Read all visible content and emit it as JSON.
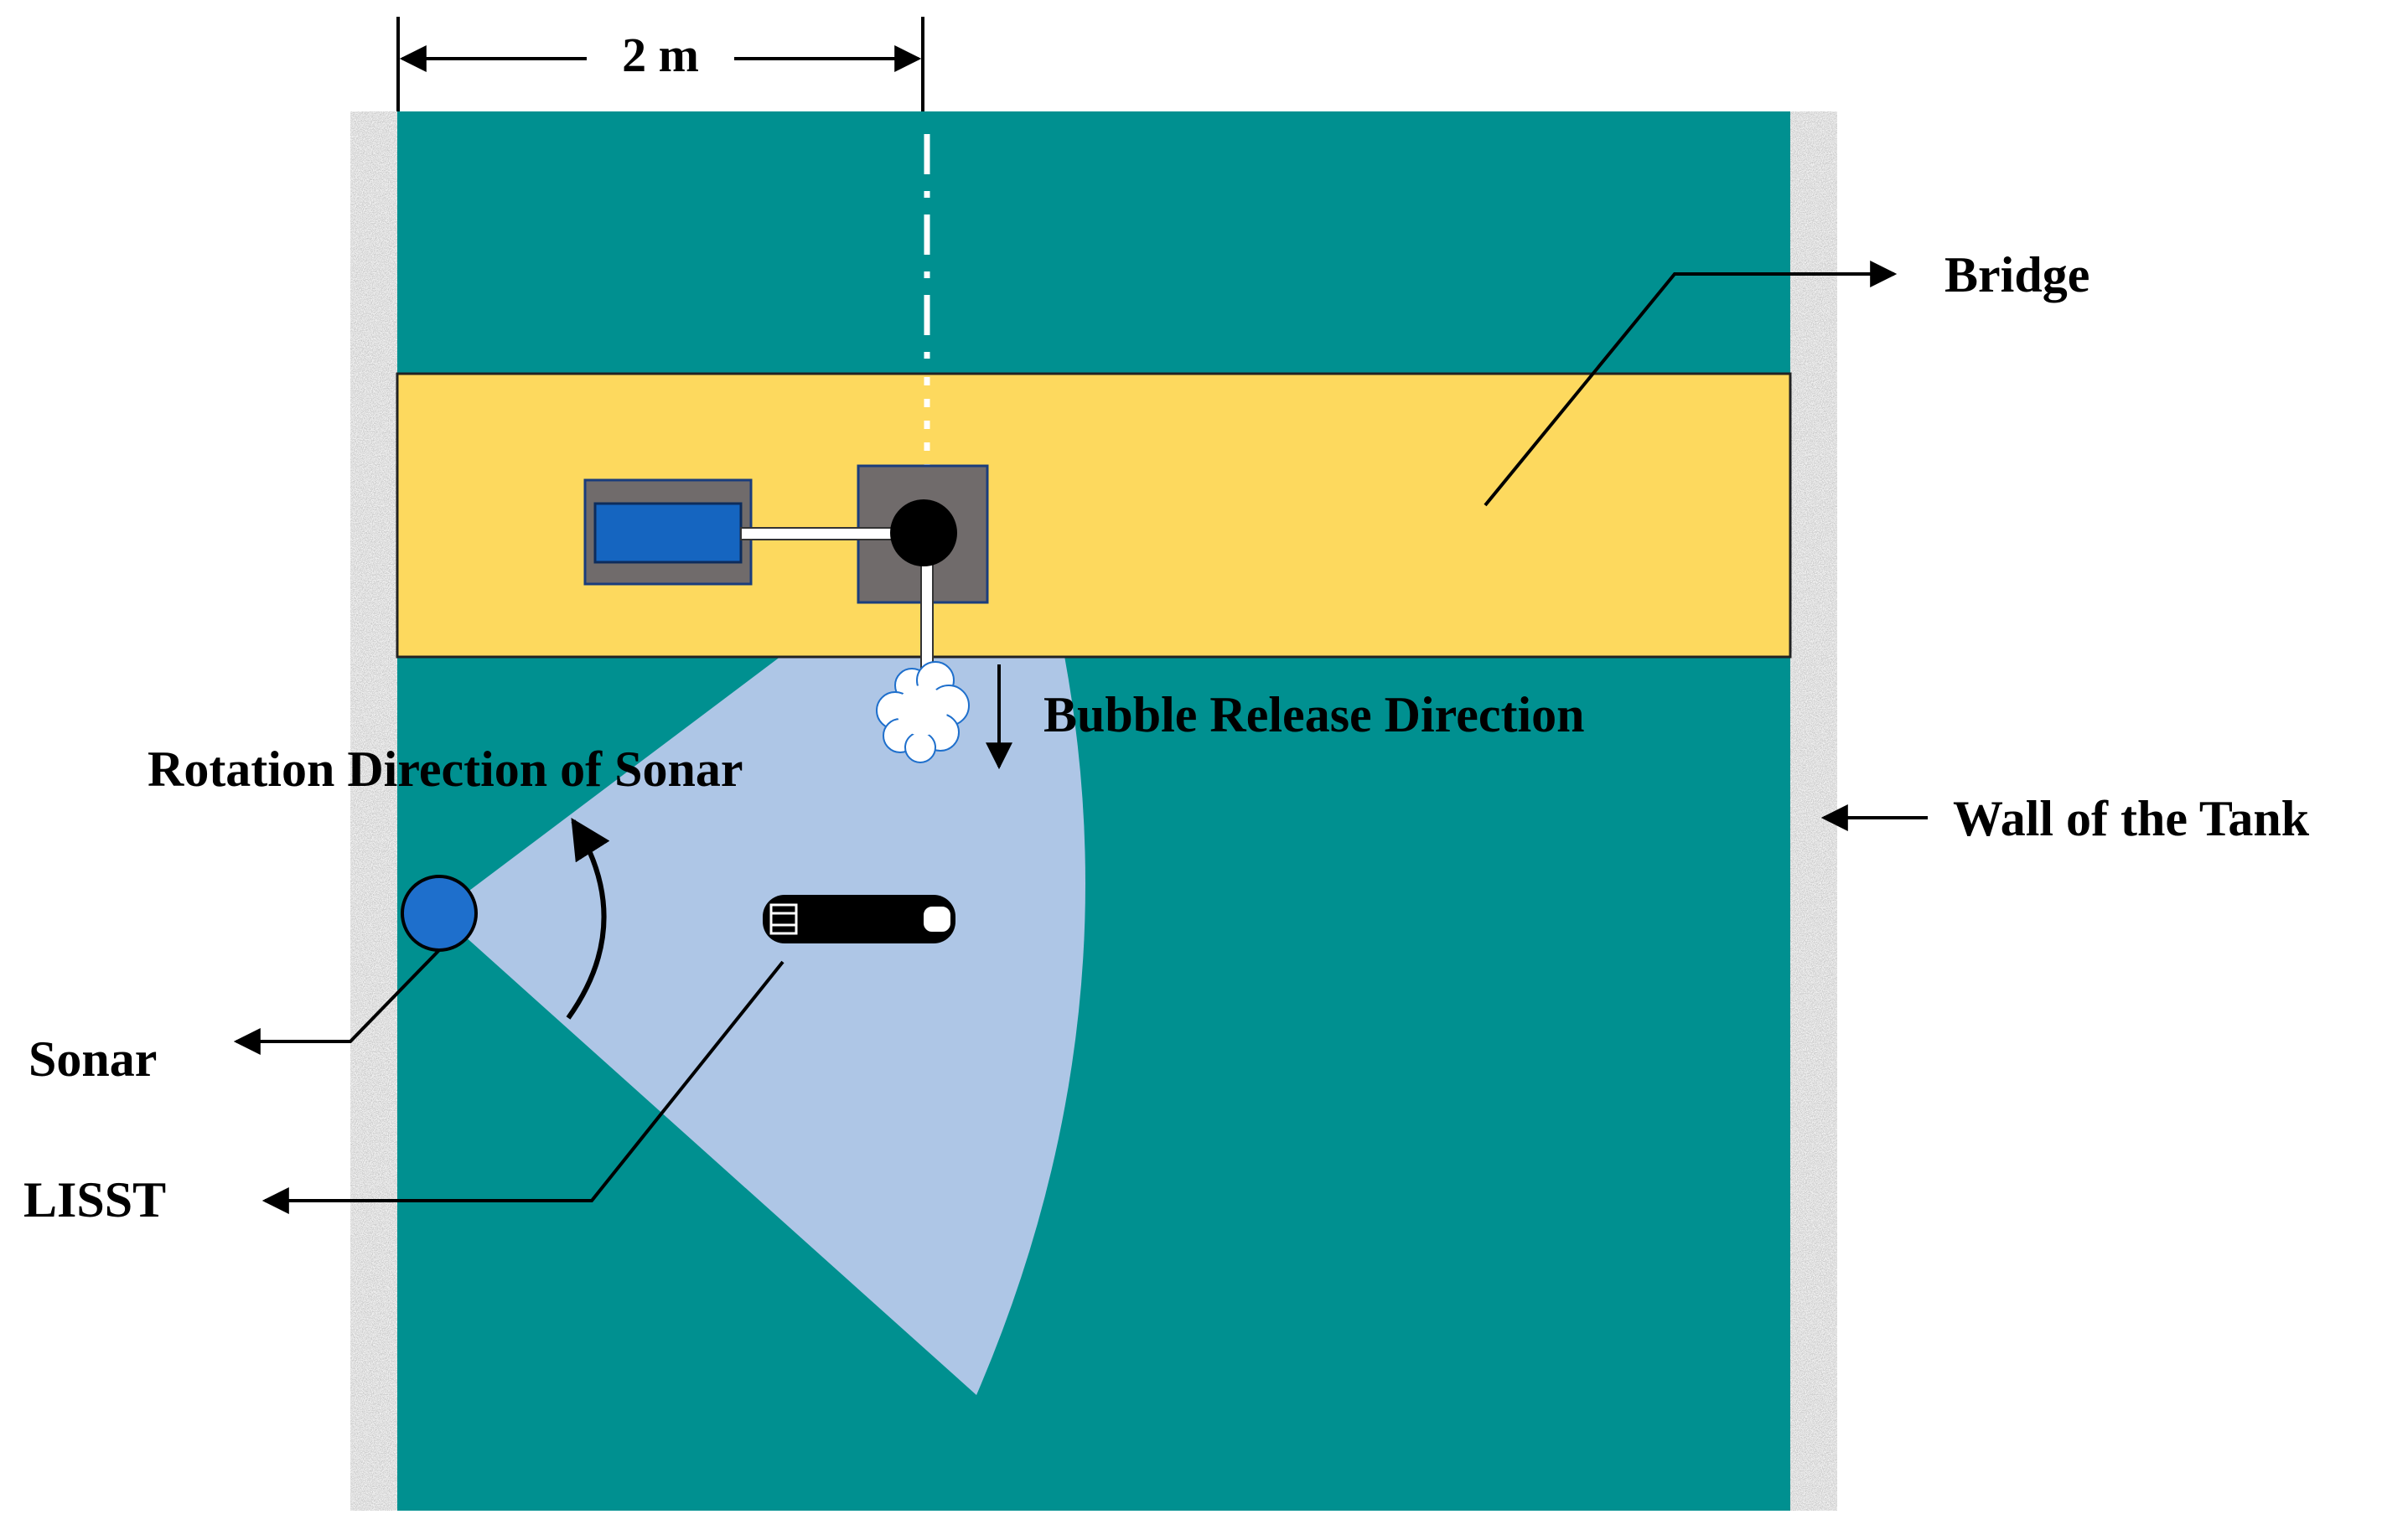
{
  "labels": {
    "dimension": "2 m",
    "bridge": "Bridge",
    "bubble_release": "Bubble Release Direction",
    "rotation": "Rotation Direction of Sonar",
    "wall": "Wall of the Tank",
    "sonar": "Sonar",
    "lisst": "LISST"
  },
  "colors": {
    "water": "#009090",
    "bridge": "#fdd95e",
    "wall": "#b8b8b8",
    "beam": "#aec6e6",
    "sonar": "#1e6fcc",
    "mount": "#706b6b",
    "pump": "#1565c0",
    "black": "#000000",
    "white": "#ffffff"
  }
}
